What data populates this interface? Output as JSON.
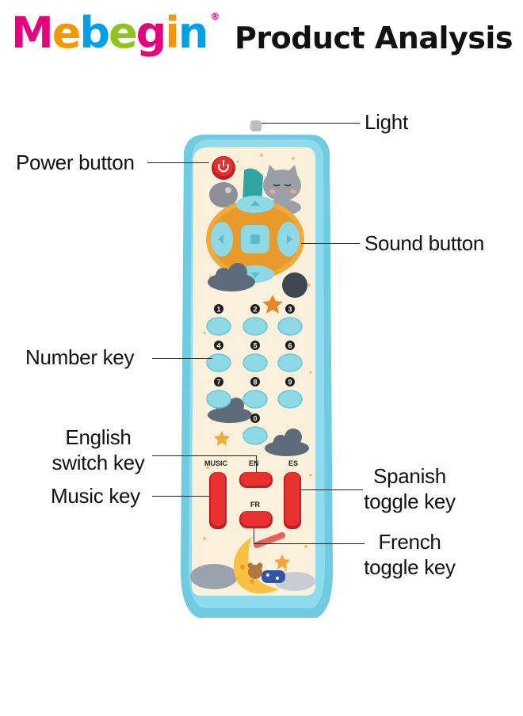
{
  "brand": {
    "letters": [
      {
        "ch": "M",
        "color": "#e6007e"
      },
      {
        "ch": "e",
        "color": "#f39800"
      },
      {
        "ch": "b",
        "color": "#00a0e9"
      },
      {
        "ch": "e",
        "color": "#8fc31f"
      },
      {
        "ch": "g",
        "color": "#e6007e"
      },
      {
        "ch": "i",
        "color": "#f39800"
      },
      {
        "ch": "n",
        "color": "#00a0e9"
      }
    ],
    "registered": "®"
  },
  "headline": "Product Analysis",
  "labels": {
    "light": "Light",
    "power": "Power button",
    "sound": "Sound button",
    "number": "Number key",
    "english_line1": "English",
    "english_line2": "switch key",
    "music": "Music key",
    "spanish_line1": "Spanish",
    "spanish_line2": "toggle key",
    "french_line1": "French",
    "french_line2": "toggle key"
  },
  "remote": {
    "number_keys": [
      "1",
      "2",
      "3",
      "4",
      "5",
      "6",
      "7",
      "8",
      "9",
      "0"
    ],
    "language_keys": {
      "music": "MUSIC",
      "en": "EN",
      "es": "ES",
      "fr": "FR"
    },
    "colors": {
      "body": "#7fd3e6",
      "panel": "#fbf0dc",
      "key": "#8ed9e6",
      "red_key": "#e8302f",
      "dpad_ring": "#f2a93b"
    }
  }
}
